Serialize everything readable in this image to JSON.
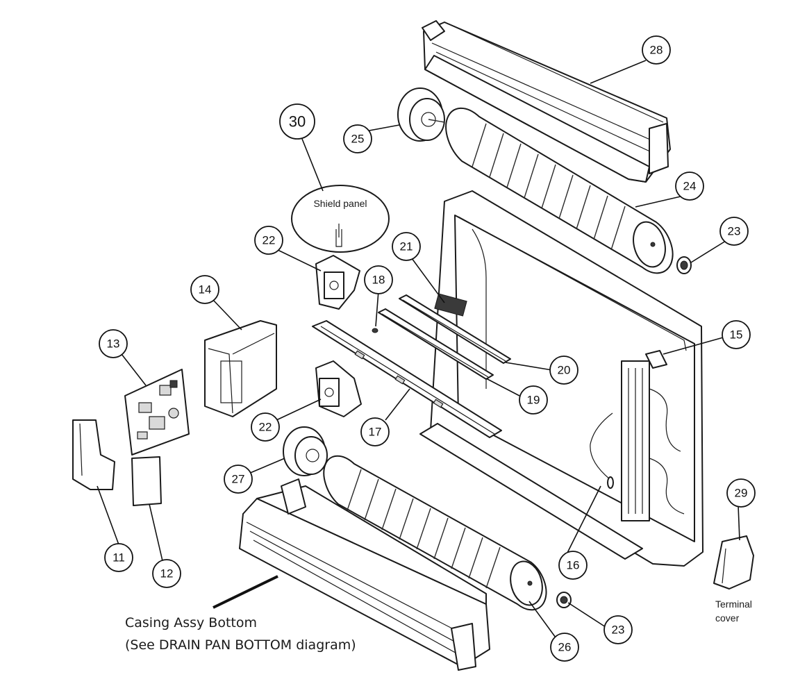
{
  "callouts": {
    "c11": "11",
    "c12": "12",
    "c13": "13",
    "c14": "14",
    "c15": "15",
    "c16": "16",
    "c17": "17",
    "c18": "18",
    "c19": "19",
    "c20": "20",
    "c21": "21",
    "c22a": "22",
    "c22b": "22",
    "c23a": "23",
    "c23b": "23",
    "c24": "24",
    "c25": "25",
    "c26": "26",
    "c27": "27",
    "c28": "28",
    "c29": "29",
    "c30": "30"
  },
  "labels": {
    "shield_panel": "Shield panel",
    "terminal_cover_line1": "Terminal",
    "terminal_cover_line2": "cover",
    "casing_line1": "Casing Assy Bottom",
    "casing_line2": "(See DRAIN PAN BOTTOM diagram)"
  }
}
